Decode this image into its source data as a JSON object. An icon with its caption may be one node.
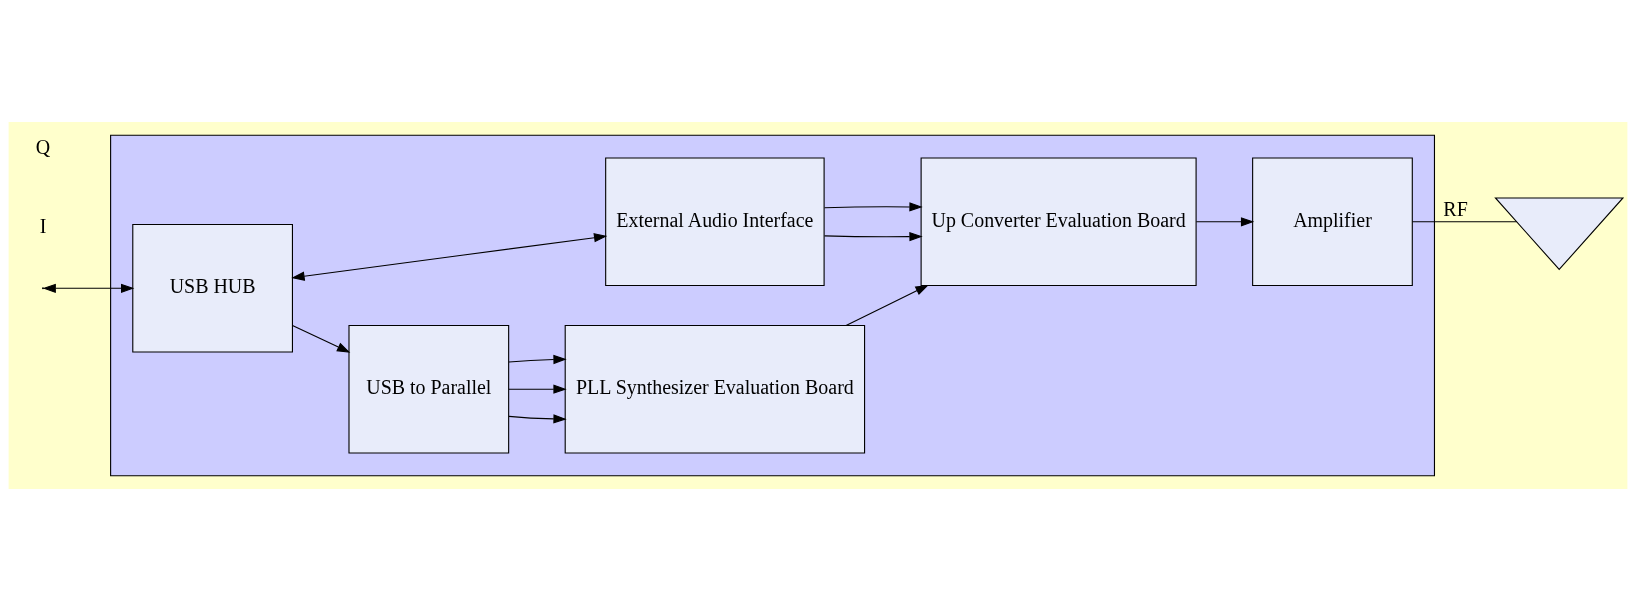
{
  "diagram": {
    "nodes": [
      {
        "text": [],
        "shape": "box"
      },
      {
        "text": [
          "USB to Parallel"
        ],
        "in": 0
      },
      {
        "text": [
          "PLL Synthesizer Evaluation Board"
        ],
        "in": 0
      },
      {
        "text": [
          "USB HUB"
        ],
        "in": 0
      },
      {
        "text": [
          "External Audio Interface"
        ],
        "in": 0
      },
      {
        "text": [
          "Up Converter Evaluation Board"
        ],
        "in": 0
      },
      {
        "text": [
          "Amplifier"
        ],
        "in": 0
      },
      {
        "text": [],
        "shape": "triangle"
      }
    ],
    "edges": [
      {
        "from": 1,
        "to": 2,
        "arrow": "to"
      },
      {
        "from": 1,
        "to": 2,
        "arrow": "to"
      },
      {
        "from": 1,
        "to": 2,
        "arrow": "to"
      },
      {
        "from": 2,
        "to": 5,
        "arrow": "to"
      },
      {
        "from": 3,
        "to": 1,
        "arrow": "to"
      },
      {
        "from": null,
        "to": 3,
        "arrow": "both"
      },
      {
        "from": 3,
        "to": 4,
        "arrow": "both"
      },
      {
        "from": 4,
        "to": 5,
        "arrow": "to"
      },
      {
        "from": 4,
        "to": 5,
        "arrow": "to"
      },
      {
        "from": 5,
        "to": 6,
        "arrow": "to"
      },
      {
        "from": 6,
        "to": 7,
        "arrow": "none",
        "label": "RF"
      }
    ],
    "labels": [
      "I",
      "Q"
    ]
  }
}
